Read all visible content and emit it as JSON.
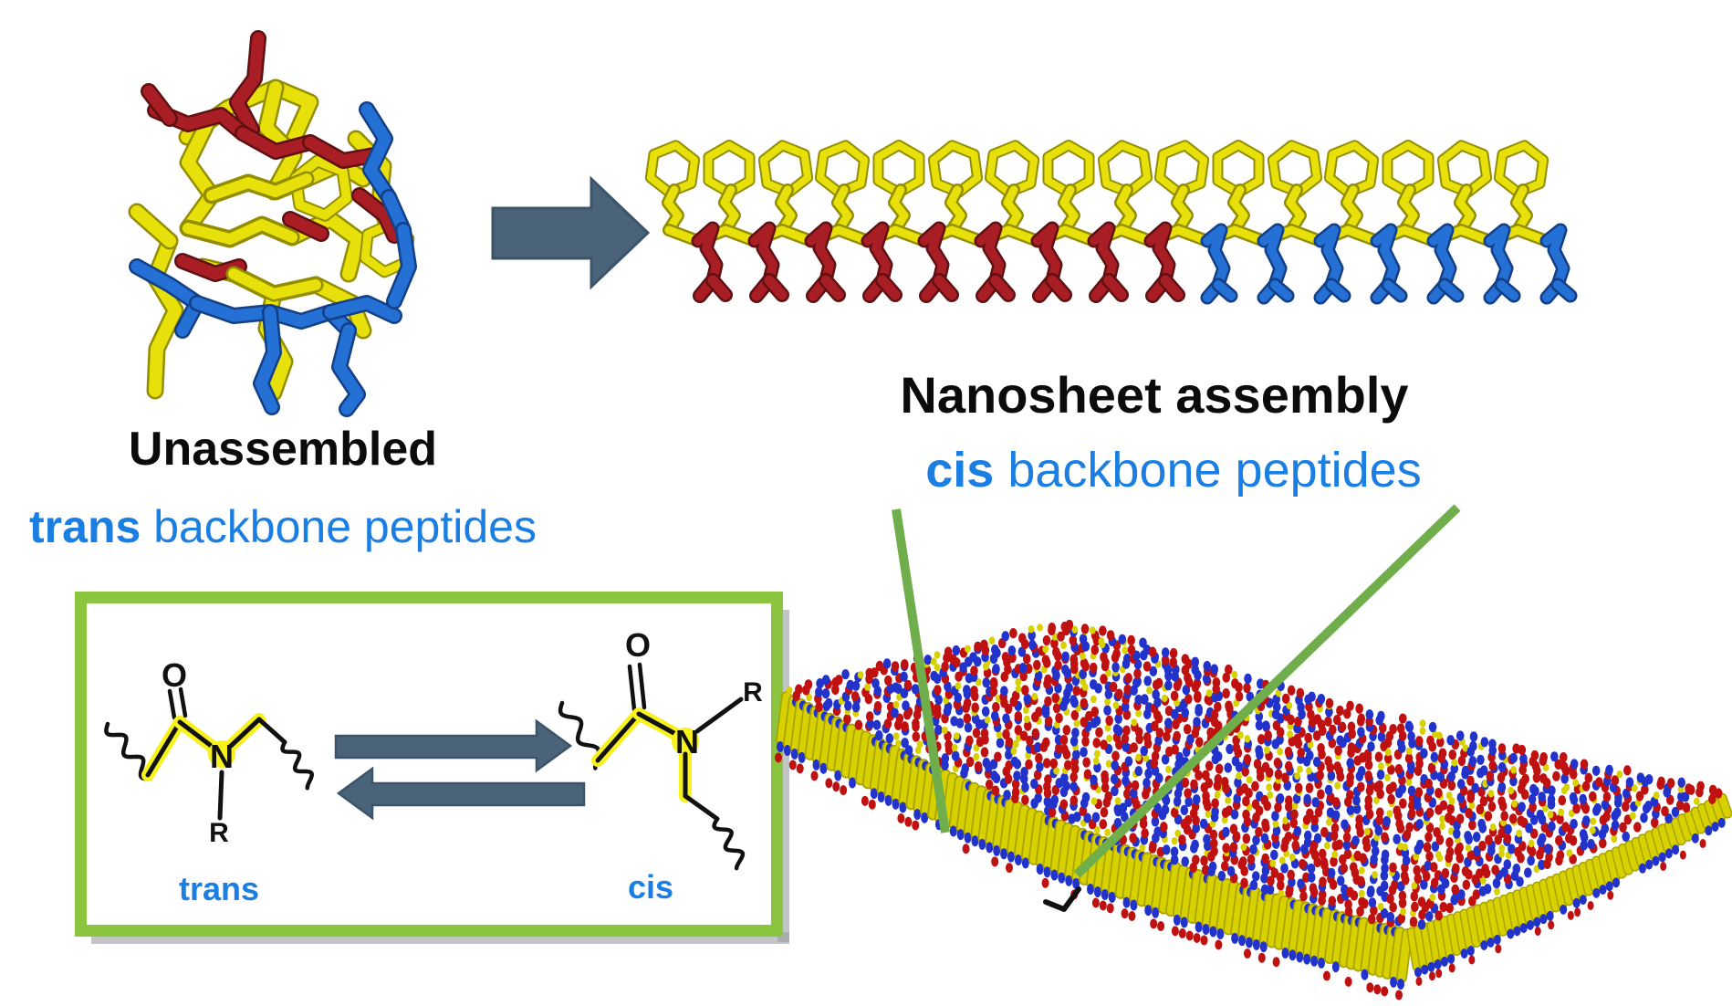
{
  "left_panel": {
    "title": "Unassembled",
    "subtitle_emph": "trans",
    "subtitle_rest": " backbone peptides"
  },
  "right_panel": {
    "title": "Nanosheet assembly",
    "subtitle_emph": "cis",
    "subtitle_rest": " backbone peptides"
  },
  "isomer_box": {
    "left_label": "trans",
    "right_label": "cis",
    "atoms": {
      "oxygen": "O",
      "nitrogen": "N",
      "substituent": "R"
    }
  },
  "chain": {
    "units": 16,
    "red_units": 9,
    "blue_units": 7
  },
  "colors": {
    "text_blue": "#1a7ee2",
    "text_black": "#0b0b0b",
    "arrow_fill": "#4b6379",
    "arrow_edge": "#3c5469",
    "green_box": "#8bc53f",
    "green_line": "#6fae4b",
    "shadow_gray": "#999e9e",
    "mol_yellow": "#e8e00a",
    "mol_yellow_dark": "#938d00",
    "mol_red": "#a81e24",
    "mol_red_dark": "#5f1012",
    "mol_blue": "#2470d4",
    "mol_blue_dark": "#123f86",
    "sheet_red": "#c01111",
    "sheet_blue": "#2233cc",
    "sheet_yellow": "#d8d100",
    "sheet_yellow_dark": "#a9a300",
    "highlight_yellow": "#f7f11c",
    "bond_black": "#111111"
  }
}
